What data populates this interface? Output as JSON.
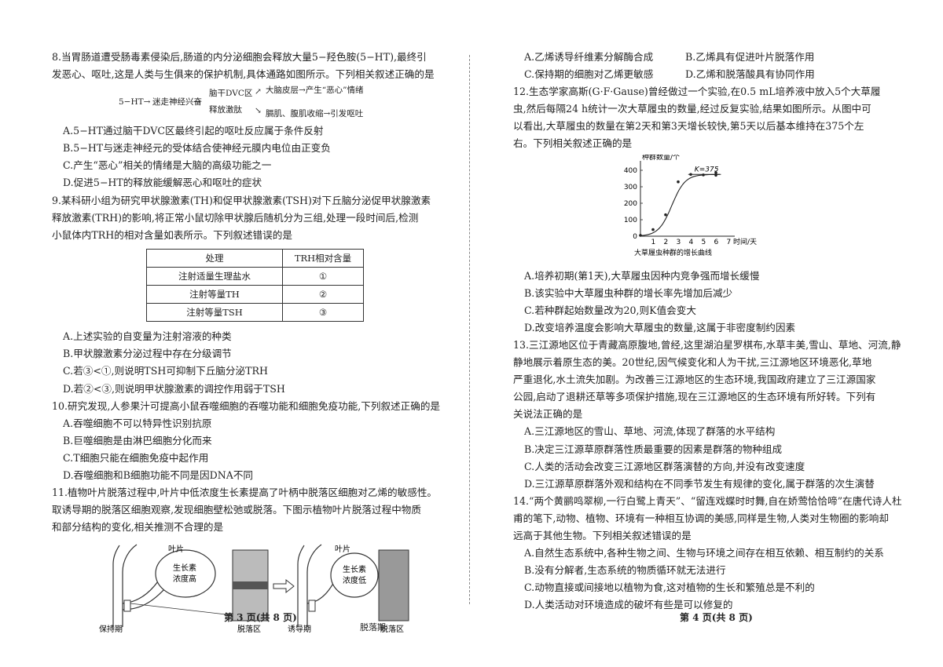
{
  "left": {
    "q8": {
      "stem": [
        "8.当胃肠道遭受肠毒素侵染后,肠道的内分泌细胞会释放大量5−羟色胺(5−HT),最终引",
        "发恶心、呕吐,这是人类与生俱来的保护机制,具体通路如图所示。下列相关叙述正确的是"
      ],
      "diagram": {
        "n1": "5−HT→",
        "n2": "迷走神经兴奋",
        "n3": "脑干DVC区",
        "n4": "释放激肽",
        "n5": "大脑皮层→产生“恶心”情绪",
        "n6": "膈肌、腹肌收缩→引发呕吐"
      },
      "options": [
        "A.5−HT通过脑干DVC区最终引起的呕吐反应属于条件反射",
        "B.5−HT与迷走神经元的受体结合使神经元膜内电位由正变负",
        "C.产生“恶心”相关的情绪是大脑的高级功能之一",
        "D.促进5−HT的释放能缓解恶心和呕吐的症状"
      ]
    },
    "q9": {
      "stem": [
        "9.某科研小组为研究甲状腺激素(TH)和促甲状腺激素(TSH)对下丘脑分泌促甲状腺激素",
        "释放激素(TRH)的影响,将正常小鼠切除甲状腺后随机分为三组,处理一段时间后,检测",
        "小鼠体内TRH的相对含量如表所示。下列叙述错误的是"
      ],
      "table": {
        "headers": [
          "处理",
          "TRH相对含量"
        ],
        "rows": [
          [
            "注射适量生理盐水",
            "①"
          ],
          [
            "注射等量TH",
            "②"
          ],
          [
            "注射等量TSH",
            "③"
          ]
        ]
      },
      "options": [
        "A.上述实验的自变量为注射溶液的种类",
        "B.甲状腺激素分泌过程中存在分级调节",
        "C.若③<①,则说明TSH可抑制下丘脑分泌TRH",
        "D.若②<③,则说明甲状腺激素的调控作用弱于TSH"
      ]
    },
    "q10": {
      "stem": [
        "10.研究发现,人参果汁可提高小鼠吞噬细胞的吞噬功能和细胞免疫功能,下列叙述正确的是"
      ],
      "options": [
        "A.吞噬细胞不可以特异性识别抗原",
        "B.巨噬细胞是由淋巴细胞分化而来",
        "C.T细胞只能在细胞免疫中起作用",
        "D.吞噬细胞和B细胞功能不同是因DNA不同"
      ]
    },
    "q11": {
      "stem": [
        "11.植物叶片脱落过程中,叶片中低浓度生长素提高了叶柄中脱落区细胞对乙烯的敏感性。",
        "取诱导期的脱落区细胞观察,发现细胞壁松弛或脱落。下图示植物叶片脱落过程中物质",
        "和部分结构的变化,相关推测不合理的是"
      ],
      "diagram": {
        "leaf1": "叶片",
        "auxin_high": [
          "生长素",
          "浓度高"
        ],
        "leaf2": "叶片",
        "auxin_low": [
          "生长素",
          "浓度低"
        ],
        "zone1": "脱落区",
        "zone2": "脱落区",
        "stage1": "保持期",
        "stage2": "诱导期",
        "stage3": "脱落期"
      }
    },
    "footer": "第 3 页(共 8 页)"
  },
  "right": {
    "q11_options": [
      [
        "A.乙烯诱导纤维素分解酶合成",
        "B.乙烯具有促进叶片脱落作用"
      ],
      [
        "C.保持期的细胞对乙烯更敏感",
        "D.乙烯和脱落酸具有协同作用"
      ]
    ],
    "q12": {
      "stem": [
        "12.生态学家高斯(G·F·Gause)曾经做过一个实验,在0.5 mL培养液中放入5个大草履",
        "虫,然后每隔24 h统计一次大草履虫的数量,经过反复实验,结果如图所示。从图中可",
        "以看出,大草履虫的数量在第2天和第3天增长较快,第5天以后基本维持在375个左",
        "右。下列相关叙述正确的是"
      ],
      "chart_data": {
        "type": "line",
        "title": "大草履虫种群的增长曲线",
        "ylabel": "种群数量/个",
        "xlabel": "时间/天",
        "x_ticks": [
          "0",
          "1",
          "2",
          "3",
          "4",
          "5",
          "6",
          "7"
        ],
        "y_ticks": [
          "0",
          "100",
          "200",
          "300",
          "400"
        ],
        "xlim": [
          0,
          7
        ],
        "ylim": [
          0,
          400
        ],
        "k_label": "K=375",
        "k_value": 375,
        "points": [
          [
            0,
            5
          ],
          [
            1,
            40
          ],
          [
            2,
            130
          ],
          [
            3,
            330
          ],
          [
            4,
            375
          ],
          [
            5,
            372
          ],
          [
            6,
            385
          ],
          [
            6,
            370
          ]
        ]
      },
      "options": [
        "A.培养初期(第1天),大草履虫因种内竞争强而增长缓慢",
        "B.该实验中大草履虫种群的增长率先增加后减少",
        "C.若种群起始数量改为20,则K值会变大",
        "D.改变培养温度会影响大草履虫的数量,这属于非密度制约因素"
      ]
    },
    "q13": {
      "stem": [
        "13.三江源地区位于青藏高原腹地,曾经,这里湖泊星罗棋布,水草丰美,雪山、草地、河流,静",
        "静地展示着原生态的美。20世纪,因气候变化和人为干扰,三江源地区环境恶化,草地",
        "严重退化,水土流失加剧。为改善三江源地区的生态环境,我国政府建立了三江源国家",
        "公园,启动了退耕还草等多项保护措施,现在三江源地区的生态环境有所好转。下列有",
        "关说法正确的是"
      ],
      "options": [
        "A.三江源地区的雪山、草地、河流,体现了群落的水平结构",
        "B.决定三江源草原群落性质最重要的因素是群落的物种组成",
        "C.人类的活动会改变三江源地区群落演替的方向,并没有改变速度",
        "D.三江源草原群落外观和结构在不同季节发生有规律的变化,属于群落的次生演替"
      ]
    },
    "q14": {
      "stem": [
        "14.“两个黄鹂鸣翠柳,一行白鹭上青天”、“留连戏蝶时时舞,自在娇莺恰恰啼”在唐代诗人杜",
        "甫的笔下,动物、植物、环境有一种相互协调的美感,同样是生物,人类对生物圈的影响却",
        "远高于其他生物。下列相关叙述错误的是"
      ],
      "options": [
        "A.自然生态系统中,各种生物之间、生物与环境之间存在相互依赖、相互制约的关系",
        "B.没有分解者,生态系统的物质循环就无法进行",
        "C.动物直接或间接地以植物为食,这对植物的生长和繁殖总是不利的",
        "D.人类活动对环境造成的破坏有些是可以修复的"
      ]
    },
    "footer": "第 4 页(共 8 页)"
  }
}
